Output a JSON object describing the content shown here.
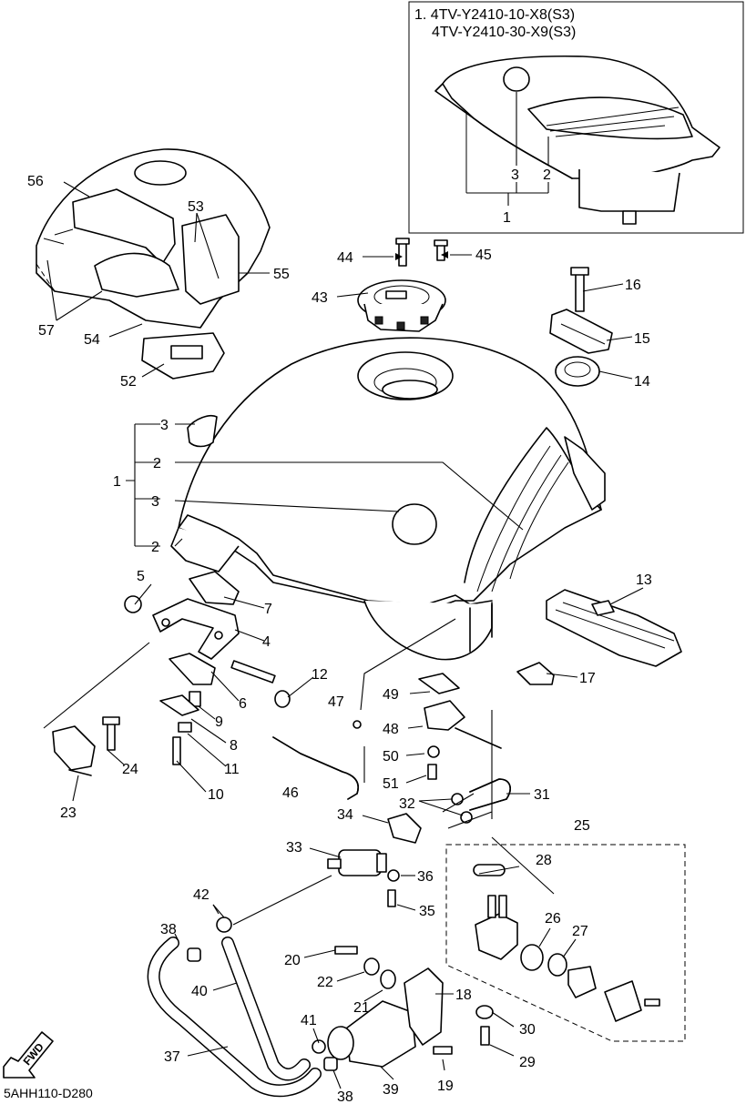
{
  "inset": {
    "line1": "1.  4TV-Y2410-10-X8(S3)",
    "line2": "4TV-Y2410-30-X9(S3)",
    "labels": [
      "3",
      "2",
      "1"
    ]
  },
  "callouts": [
    {
      "id": "c1",
      "text": "1"
    },
    {
      "id": "c2a",
      "text": "2"
    },
    {
      "id": "c2b",
      "text": "2"
    },
    {
      "id": "c3a",
      "text": "3"
    },
    {
      "id": "c3b",
      "text": "3"
    },
    {
      "id": "c4",
      "text": "4"
    },
    {
      "id": "c5",
      "text": "5"
    },
    {
      "id": "c6",
      "text": "6"
    },
    {
      "id": "c7",
      "text": "7"
    },
    {
      "id": "c8",
      "text": "8"
    },
    {
      "id": "c9",
      "text": "9"
    },
    {
      "id": "c10",
      "text": "10"
    },
    {
      "id": "c11",
      "text": "11"
    },
    {
      "id": "c12",
      "text": "12"
    },
    {
      "id": "c13",
      "text": "13"
    },
    {
      "id": "c14",
      "text": "14"
    },
    {
      "id": "c15",
      "text": "15"
    },
    {
      "id": "c16",
      "text": "16"
    },
    {
      "id": "c17",
      "text": "17"
    },
    {
      "id": "c18",
      "text": "18"
    },
    {
      "id": "c19",
      "text": "19"
    },
    {
      "id": "c20",
      "text": "20"
    },
    {
      "id": "c21",
      "text": "21"
    },
    {
      "id": "c22",
      "text": "22"
    },
    {
      "id": "c23",
      "text": "23"
    },
    {
      "id": "c24",
      "text": "24"
    },
    {
      "id": "c25",
      "text": "25"
    },
    {
      "id": "c26",
      "text": "26"
    },
    {
      "id": "c27",
      "text": "27"
    },
    {
      "id": "c28",
      "text": "28"
    },
    {
      "id": "c29",
      "text": "29"
    },
    {
      "id": "c30",
      "text": "30"
    },
    {
      "id": "c31",
      "text": "31"
    },
    {
      "id": "c32",
      "text": "32"
    },
    {
      "id": "c33",
      "text": "33"
    },
    {
      "id": "c34",
      "text": "34"
    },
    {
      "id": "c35",
      "text": "35"
    },
    {
      "id": "c36",
      "text": "36"
    },
    {
      "id": "c37",
      "text": "37"
    },
    {
      "id": "c38a",
      "text": "38"
    },
    {
      "id": "c38b",
      "text": "38"
    },
    {
      "id": "c39",
      "text": "39"
    },
    {
      "id": "c40",
      "text": "40"
    },
    {
      "id": "c41",
      "text": "41"
    },
    {
      "id": "c42",
      "text": "42"
    },
    {
      "id": "c43",
      "text": "43"
    },
    {
      "id": "c44",
      "text": "44"
    },
    {
      "id": "c45",
      "text": "45"
    },
    {
      "id": "c46",
      "text": "46"
    },
    {
      "id": "c47",
      "text": "47"
    },
    {
      "id": "c48",
      "text": "48"
    },
    {
      "id": "c49",
      "text": "49"
    },
    {
      "id": "c50",
      "text": "50"
    },
    {
      "id": "c51",
      "text": "51"
    },
    {
      "id": "c52",
      "text": "52"
    },
    {
      "id": "c53",
      "text": "53"
    },
    {
      "id": "c54",
      "text": "54"
    },
    {
      "id": "c55",
      "text": "55"
    },
    {
      "id": "c56",
      "text": "56"
    },
    {
      "id": "c57",
      "text": "57"
    }
  ],
  "fwd_label": "FWD",
  "drawing_code": "5AHH110-D280"
}
